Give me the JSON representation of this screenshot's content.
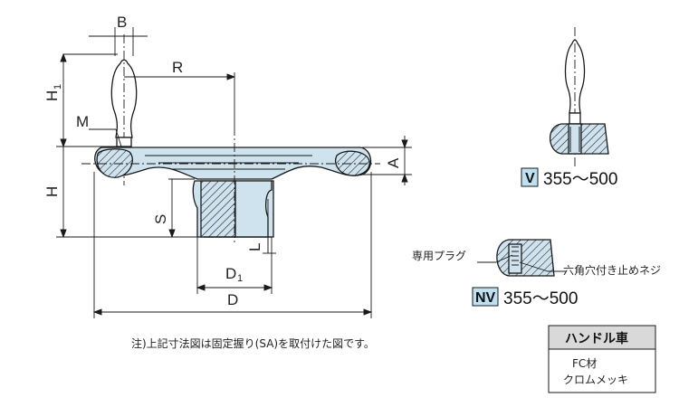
{
  "dimensions": {
    "B": "B",
    "R": "R",
    "H1": "H",
    "H1_sub": "1",
    "M": "M",
    "H": "H",
    "S": "S",
    "L": "L",
    "D1": "D",
    "D1_sub": "1",
    "D": "D",
    "A": "A"
  },
  "variant_v": {
    "tag": "V",
    "range": "355〜500"
  },
  "variant_nv": {
    "tag": "NV",
    "range": "355〜500",
    "label_plug": "専用プラグ",
    "label_screw": "六角穴付き止めネジ"
  },
  "note": "注)上記寸法図は固定握り(SA)を取付けた図です。",
  "spec_table": {
    "title": "ハンドル車",
    "lines": [
      "FC材",
      "クロムメッキ"
    ]
  },
  "colors": {
    "part_fill": "#cfe3ee",
    "outline": "#1a1a1a",
    "tag_fill": "#bfe0f0"
  }
}
